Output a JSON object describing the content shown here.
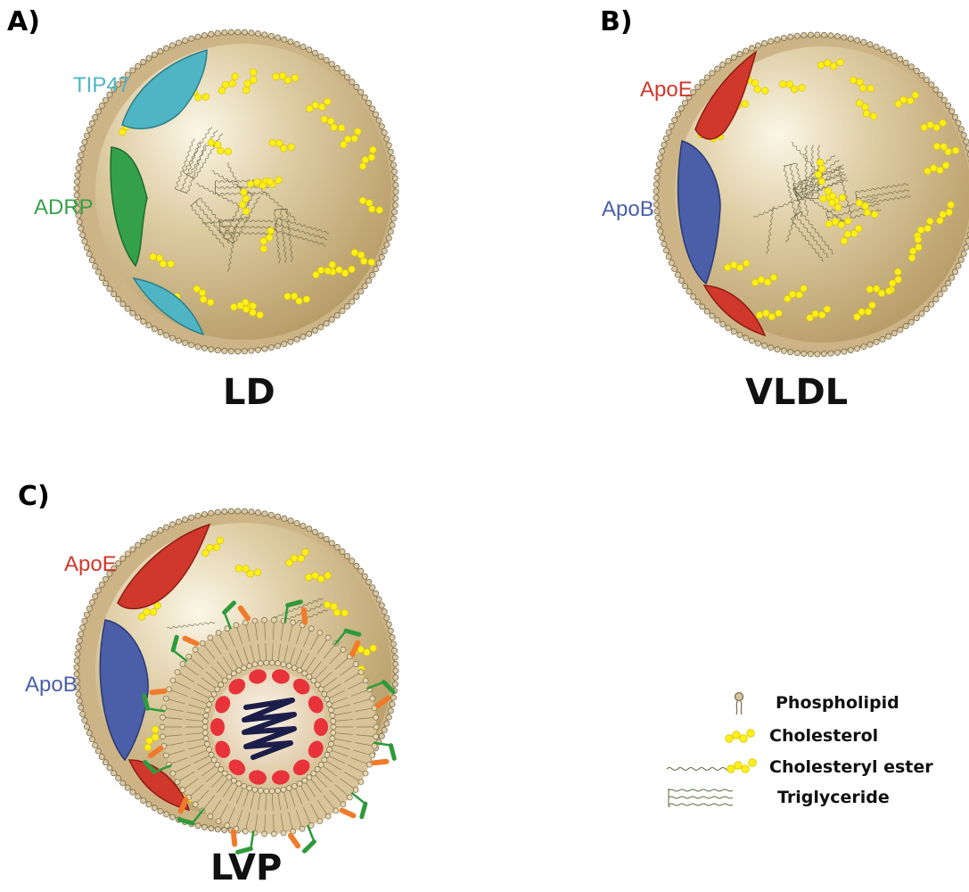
{
  "panels": [
    {
      "letter": "A)",
      "title": "LD",
      "proteins": [
        {
          "label": "TIP47",
          "color": "#4fb5c4"
        },
        {
          "label": "ADRP",
          "color": "#35a04a"
        }
      ]
    },
    {
      "letter": "B)",
      "title": "VLDL",
      "proteins": [
        {
          "label": "ApoE",
          "color": "#d0382b"
        },
        {
          "label": "ApoB",
          "color": "#4a5fa8"
        }
      ]
    },
    {
      "letter": "C)",
      "title": "LVP",
      "proteins": [
        {
          "label": "ApoE",
          "color": "#d0382b"
        },
        {
          "label": "ApoB",
          "color": "#4a5fa8"
        }
      ]
    }
  ],
  "legend": {
    "items": [
      {
        "label": "Phospholipid",
        "icon": "phospholipid-icon"
      },
      {
        "label": "Cholesterol",
        "icon": "cholesterol-icon"
      },
      {
        "label": "Cholesteryl ester",
        "icon": "cholesteryl-ester-icon"
      },
      {
        "label": "Triglyceride",
        "icon": "triglyceride-icon"
      }
    ]
  },
  "colors": {
    "droplet_fill": "#d6c293",
    "droplet_edge": "#8a7550",
    "cholesterol": "#ffef1a",
    "capsid": "#e8333a",
    "genome": "#1c1e4a",
    "envelope_green": "#2f9a3c",
    "envelope_orange": "#f07b2c"
  }
}
